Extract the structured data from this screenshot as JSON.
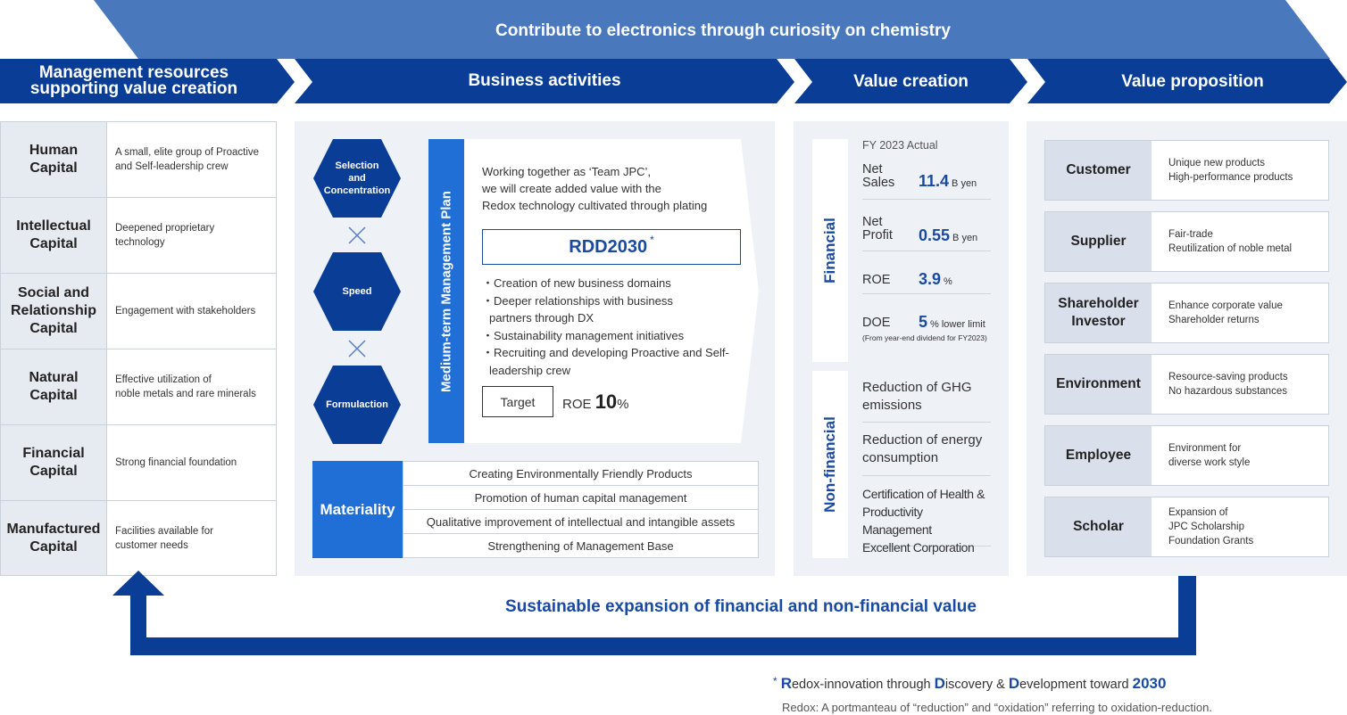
{
  "banner": {
    "title": "Contribute to electronics through curiosity on chemistry"
  },
  "headers": {
    "resources": "Management resources\nsupporting value creation",
    "business": "Business activities",
    "value_creation": "Value creation",
    "value_proposition": "Value proposition"
  },
  "resources": [
    {
      "name": "Human\nCapital",
      "desc": "A small, elite group of Proactive\nand Self-leadership crew"
    },
    {
      "name": "Intellectual\nCapital",
      "desc": "Deepened proprietary\ntechnology"
    },
    {
      "name": "Social and\nRelationship\nCapital",
      "desc": "Engagement with stakeholders"
    },
    {
      "name": "Natural\nCapital",
      "desc": "Effective utilization of\nnoble metals and rare minerals"
    },
    {
      "name": "Financial\nCapital",
      "desc": "Strong financial foundation"
    },
    {
      "name": "Manufactured\nCapital",
      "desc": "Facilities available for\ncustomer needs"
    }
  ],
  "hexagons": [
    "Selection\nand\nConcentration",
    "Speed",
    "Formulaction"
  ],
  "mtp": {
    "label": "Medium-term Management Plan",
    "intro": "Working together as ‘Team JPC’,\nwe will create added value with the\nRedox technology cultivated through plating",
    "rdd": "RDD2030",
    "rdd_mark": "*",
    "items": [
      "・Creation of new business domains",
      "・Deeper relationships with business partners through DX",
      "・Sustainability management initiatives",
      "・Recruiting and developing Proactive and Self-leadership crew"
    ],
    "target_label": "Target",
    "target_prefix": "ROE",
    "target_value": "10",
    "target_unit": "%"
  },
  "materiality": {
    "label": "Materiality",
    "items": [
      "Creating Environmentally Friendly Products",
      "Promotion of human capital management",
      "Qualitative improvement of intellectual and intangible assets",
      "Strengthening of Management Base"
    ]
  },
  "value_creation": {
    "financial_label": "Financial",
    "nonfinancial_label": "Non-financial",
    "fy_label": "FY 2023 Actual",
    "kpis": [
      {
        "name": "Net\nSales",
        "value": "11.4",
        "unit": "B yen"
      },
      {
        "name": "Net\nProfit",
        "value": "0.55",
        "unit": "B yen"
      },
      {
        "name": "ROE",
        "value": "3.9",
        "unit": "%"
      },
      {
        "name": "DOE",
        "value": "5",
        "unit": "% lower limit",
        "note": "(From year-end dividend for FY2023)"
      }
    ],
    "nonfinancial": [
      "Reduction of GHG\nemissions",
      "Reduction of energy\nconsumption",
      "Certification of Health &\nProductivity Management\nExcellent Corporation"
    ]
  },
  "value_proposition": [
    {
      "name": "Customer",
      "desc": "Unique new products\nHigh-performance products"
    },
    {
      "name": "Supplier",
      "desc": "Fair-trade\nReutilization of noble metal"
    },
    {
      "name": "Shareholder\nInvestor",
      "desc": "Enhance corporate value\nShareholder returns"
    },
    {
      "name": "Environment",
      "desc": "Resource-saving products\nNo hazardous substances"
    },
    {
      "name": "Employee",
      "desc": "Environment for\ndiverse work style"
    },
    {
      "name": "Scholar",
      "desc": "Expansion of\nJPC Scholarship\nFoundation Grants"
    }
  ],
  "loop": {
    "text": "Sustainable expansion of financial and non-financial value"
  },
  "footnote": {
    "mark": "*",
    "parts": [
      {
        "bold": "R",
        "text": "edox-innovation through "
      },
      {
        "bold": "D",
        "text": "iscovery & "
      },
      {
        "bold": "D",
        "text": "evelopment toward "
      },
      {
        "bold": "2030",
        "text": ""
      }
    ],
    "note": "Redox: A portmanteau of “reduction” and “oxidation” referring to oxidation-reduction."
  },
  "colors": {
    "navy": "#0a3e96",
    "blue": "#1f6fd6",
    "banner": "#4a78bd",
    "panel": "#eef1f6"
  }
}
